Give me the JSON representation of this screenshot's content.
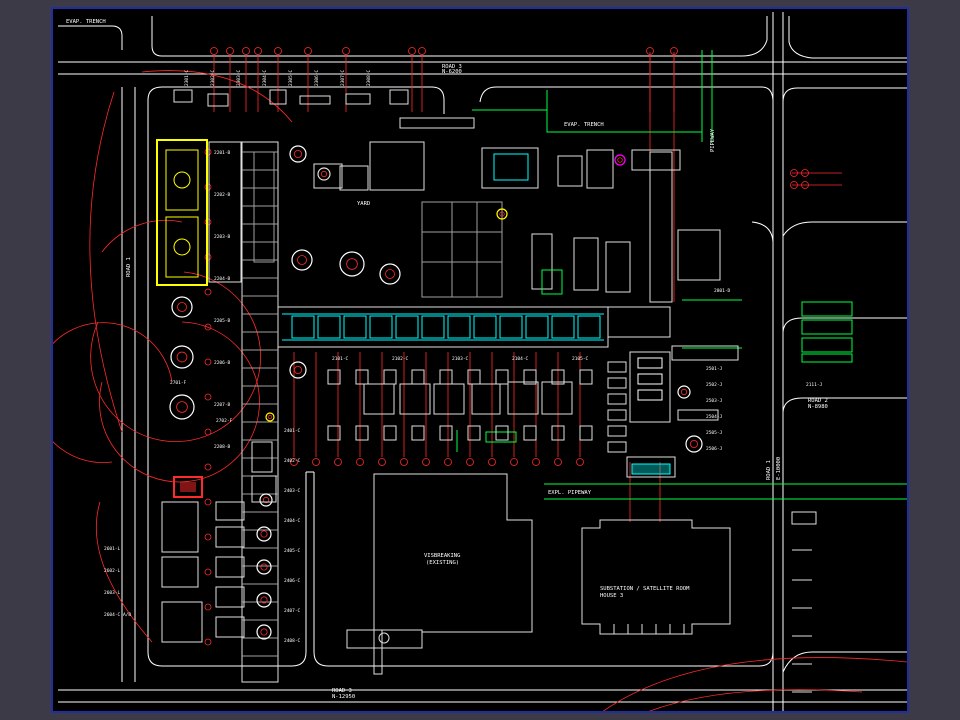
{
  "colors": {
    "background": "#000000",
    "frame": "#1f2fa0",
    "outer": "#3b3a46",
    "road": "#ffffff",
    "grid": "#ff2a2a",
    "equipment": "#e0e0e0",
    "pipe": "#00ffff",
    "highlight": "#ffff00",
    "green": "#00ff40",
    "magenta": "#ff00ff"
  },
  "labels": {
    "evap_trench_top": "EVAP. TRENCH",
    "road_3_top": "ROAD 3",
    "road_3_top_coord": "N-6200",
    "evap_trench_mid": "EVAP. TRENCH",
    "pipeway_vertical": "PIPEWAY",
    "yard": "YARD",
    "road_1_left": "ROAD 1",
    "road_2_right": "ROAD 2",
    "road_2_right_coord": "N-8980",
    "road_1_right": "ROAD 1",
    "road_1_right_coord": "E-10000",
    "expl_pipeway": "EXPL. PIPEWAY",
    "visbreaking_1": "VISBREAKING",
    "visbreaking_2": "(EXISTING)",
    "substation_1": "SUBSTATION / SATELLITE ROOM",
    "substation_2": "HOUSE 3",
    "road_3_bottom": "ROAD 3",
    "road_3_bottom_coord": "N-12950"
  },
  "equipment_tags": {
    "left_column": [
      "2201-B",
      "2202-B",
      "2203-B",
      "2204-B",
      "2205-B",
      "2206-B",
      "2207-B",
      "2208-B"
    ],
    "top_row": [
      "2301-C",
      "2302-C",
      "2303-C",
      "2304-C",
      "2305-C",
      "2306-C",
      "2307-C",
      "2308-C"
    ],
    "mid_column": [
      "2401-C",
      "2402-C",
      "2403-C",
      "2404-C",
      "2405-C",
      "2406-C",
      "2407-C",
      "2408-C"
    ],
    "exchangers": [
      "2101-C",
      "2102-C",
      "2103-C",
      "2104-C",
      "2105-C"
    ],
    "right_column": [
      "2501-J",
      "2502-J",
      "2503-J",
      "2504-J",
      "2505-J",
      "2506-J"
    ],
    "lower_left": [
      "2601-L",
      "2602-L",
      "2603-L",
      "2604-C A/B"
    ],
    "misc": [
      "2701-F",
      "2702-F",
      "2111-J",
      "2801-D"
    ]
  }
}
